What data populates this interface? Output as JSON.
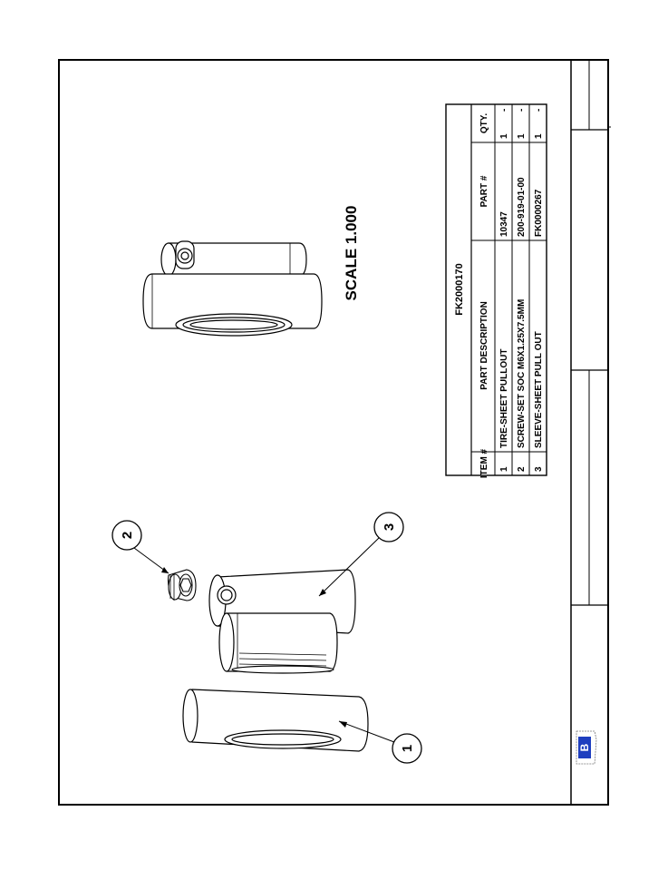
{
  "bom": {
    "title": "FK2000170",
    "headers": {
      "item": "ITEM #",
      "description": "PART DESCRIPTION",
      "part": "PART #",
      "qty": "QTY."
    },
    "rows": [
      {
        "item": "1",
        "description": "TIRE-SHEET PULLOUT",
        "part": "10347",
        "qty": "1",
        "unit": "-"
      },
      {
        "item": "2",
        "description": "SCREW-SET SOC M6X1.25X7.5MM",
        "part": "200-919-01-00",
        "qty": "1",
        "unit": "-"
      },
      {
        "item": "3",
        "description": "SLEEVE-SHEET PULL OUT",
        "part": "FK0000267",
        "qty": "1",
        "unit": "-"
      }
    ]
  },
  "scale_label": "SCALE 1.000",
  "balloons": {
    "b1": "1",
    "b2": "2",
    "b3": "3"
  },
  "title_block": {
    "logo_letter": "B",
    "logo_color": "#1f3fbf"
  }
}
